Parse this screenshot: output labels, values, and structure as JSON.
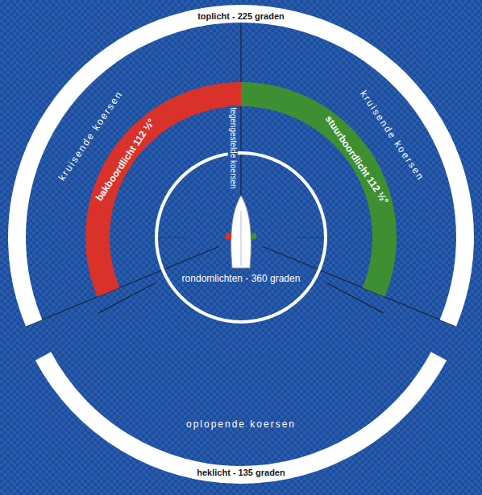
{
  "diagram": {
    "nodes": [
      {
        "text": [
          "toplicht - 225 graden"
        ]
      },
      {
        "text": [
          "bakboordlicht 112 ½°"
        ]
      },
      {
        "text": [
          "stuurboordlicht 112 ½°"
        ]
      },
      {
        "text": [
          "rondomlichten - 360 graden"
        ]
      },
      {
        "text": [
          "heklicht - 135 graden"
        ]
      }
    ],
    "labels": [
      "kruisende koersen",
      "kruisende koersen",
      "tegengestelde koersen",
      "oplopende koersen"
    ]
  }
}
